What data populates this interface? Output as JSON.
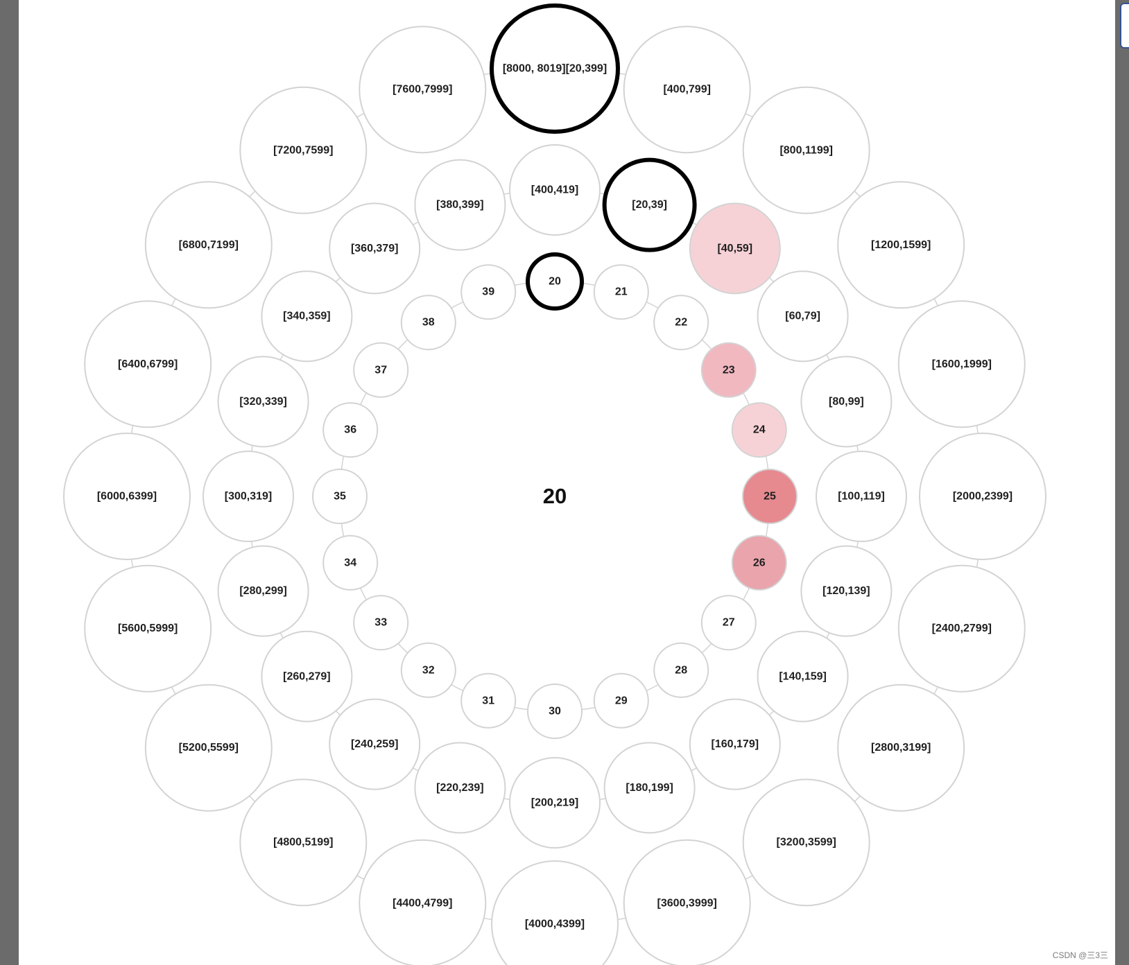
{
  "center_value": "20",
  "watermark": "CSDN @三3三",
  "colors": {
    "stroke_default": "#d3d3d3",
    "stroke_active": "#000000",
    "fill_default": "#ffffff",
    "heat_light": "#f6d2d6",
    "heat_medium": "#f1b8c0",
    "heat_strong": "#eaa4ac",
    "heat_max": "#e68a90"
  },
  "rings": [
    {
      "name": "ring-single",
      "nodes": [
        {
          "label": "20",
          "state": "active"
        },
        {
          "label": "21"
        },
        {
          "label": "22"
        },
        {
          "label": "23",
          "heat": "heat_medium"
        },
        {
          "label": "24",
          "heat": "heat_light"
        },
        {
          "label": "25",
          "heat": "heat_max"
        },
        {
          "label": "26",
          "heat": "heat_strong"
        },
        {
          "label": "27"
        },
        {
          "label": "28"
        },
        {
          "label": "29"
        },
        {
          "label": "30"
        },
        {
          "label": "31"
        },
        {
          "label": "32"
        },
        {
          "label": "33"
        },
        {
          "label": "34"
        },
        {
          "label": "35"
        },
        {
          "label": "36"
        },
        {
          "label": "37"
        },
        {
          "label": "38"
        },
        {
          "label": "39"
        }
      ]
    },
    {
      "name": "ring-tens",
      "nodes": [
        {
          "label": "[400,419]"
        },
        {
          "label": "[20,39]",
          "state": "active"
        },
        {
          "label": "[40,59]",
          "heat": "heat_light"
        },
        {
          "label": "[60,79]"
        },
        {
          "label": "[80,99]"
        },
        {
          "label": "[100,119]"
        },
        {
          "label": "[120,139]"
        },
        {
          "label": "[140,159]"
        },
        {
          "label": "[160,179]"
        },
        {
          "label": "[180,199]"
        },
        {
          "label": "[200,219]"
        },
        {
          "label": "[220,239]"
        },
        {
          "label": "[240,259]"
        },
        {
          "label": "[260,279]"
        },
        {
          "label": "[280,299]"
        },
        {
          "label": "[300,319]"
        },
        {
          "label": "[320,339]"
        },
        {
          "label": "[340,359]"
        },
        {
          "label": "[360,379]"
        },
        {
          "label": "[380,399]"
        }
      ]
    },
    {
      "name": "ring-hundreds",
      "nodes": [
        {
          "label": "[8000, 8019][20,399]",
          "state": "active"
        },
        {
          "label": "[400,799]"
        },
        {
          "label": "[800,1199]"
        },
        {
          "label": "[1200,1599]"
        },
        {
          "label": "[1600,1999]"
        },
        {
          "label": "[2000,2399]"
        },
        {
          "label": "[2400,2799]"
        },
        {
          "label": "[2800,3199]"
        },
        {
          "label": "[3200,3599]"
        },
        {
          "label": "[3600,3999]"
        },
        {
          "label": "[4000,4399]"
        },
        {
          "label": "[4400,4799]"
        },
        {
          "label": "[4800,5199]"
        },
        {
          "label": "[5200,5599]"
        },
        {
          "label": "[5600,5999]"
        },
        {
          "label": "[6000,6399]"
        },
        {
          "label": "[6400,6799]"
        },
        {
          "label": "[6800,7199]"
        },
        {
          "label": "[7200,7599]"
        },
        {
          "label": "[7600,7999]"
        }
      ]
    }
  ]
}
